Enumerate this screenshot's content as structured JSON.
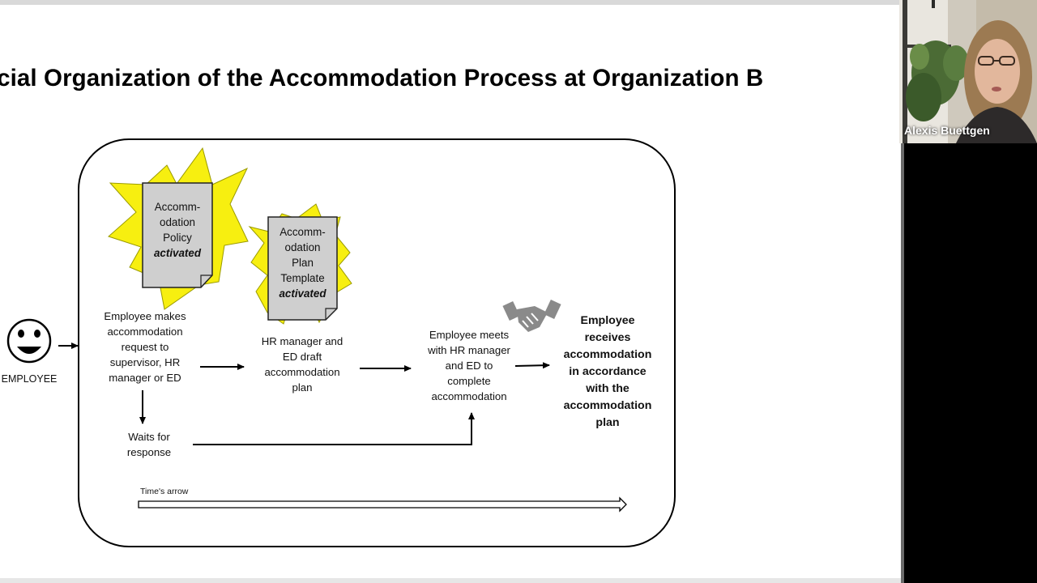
{
  "slide": {
    "title": "ocial Organization of the Accommodation Process at Organization B",
    "diagram": {
      "employee_label": "EMPLOYEE",
      "policy_doc": {
        "lines": [
          "Accomm-",
          "odation",
          "Policy"
        ],
        "emphasis": "activated"
      },
      "template_doc": {
        "lines": [
          "Accomm-",
          "odation",
          "Plan",
          "Template"
        ],
        "emphasis": "activated"
      },
      "step_request": [
        "Employee makes",
        "accommodation",
        "request to",
        "supervisor, HR",
        "manager or ED"
      ],
      "step_draft": [
        "HR manager and",
        "ED draft",
        "accommodation",
        "plan"
      ],
      "step_meet": [
        "Employee meets",
        "with HR manager",
        "and ED to",
        "complete",
        "accommodation"
      ],
      "step_outcome": [
        "Employee",
        "receives",
        "accommodation",
        "in accordance",
        "with the",
        "accommodation",
        "plan"
      ],
      "step_wait": [
        "Waits for",
        "response"
      ],
      "time_arrow_label": "Time's arrow",
      "colors": {
        "starburst": "#f7ef10",
        "document": "#cfcfcf",
        "handshake": "#8a8a8a"
      }
    }
  },
  "video": {
    "participant_name": "Alexis Buettgen"
  }
}
